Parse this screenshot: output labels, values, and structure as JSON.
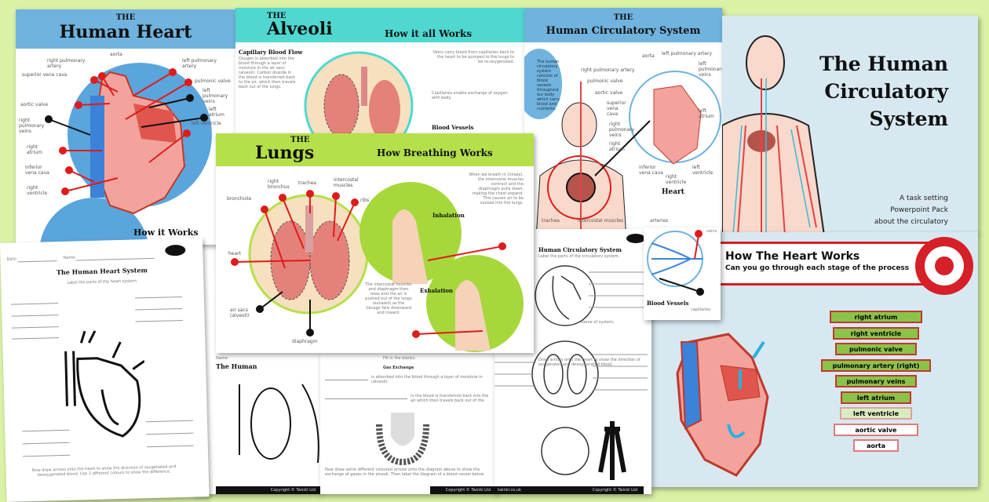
{
  "heart_poster": {
    "the": "THE",
    "title": "Human Heart",
    "labels": [
      "right pulmonary artery",
      "aorta",
      "left pulmonary artery",
      "superior vena cava",
      "pulmonic valve",
      "aortic valve",
      "left pulmonary veins",
      "right pulmonary veins",
      "left atrium",
      "right atrium",
      "left ventricle",
      "inferior vena cava",
      "right ventricle"
    ],
    "subheading": "How it Works"
  },
  "alveoli_poster": {
    "the": "THE",
    "title": "Alveoli",
    "subtitle": "How it all Works",
    "section": "Capillary Blood Flow",
    "text_left": "Oxygen is absorbed into the blood through a layer of moisture in the air sacs (alveoli). Carbon dioxide in the blood is transferred back to the air, which then travels back out of the lungs.",
    "text_right_1": "Veins carry blood from capillaries back to the heart to be pumped to the lungs to be re-oxygenated.",
    "text_right_2": "Capillaries enable exchange of oxygen with body.",
    "label": "Blood Vessels"
  },
  "circulatory_poster": {
    "the": "THE",
    "title": "Human Circulatory System",
    "intro": "The human circulatory system consists of blood vessels throughout our body which carry blood and nutrients.",
    "labels": [
      "aorta",
      "left pulmonary artery",
      "right pulmonary artery",
      "left pulmonary veins",
      "pulmonic valve",
      "aortic valve",
      "superior vena cava",
      "left atrium",
      "right pulmonary veins",
      "right atrium",
      "inferior vena cava",
      "right ventricle",
      "left ventricle",
      "trachea",
      "intercostal muscles",
      "arteries"
    ],
    "heart_label": "Heart"
  },
  "title_slide": {
    "title_lines": [
      "The Human",
      "Circulatory",
      "System"
    ],
    "subtitle_lines": [
      "A task setting",
      "Powerpoint Pack",
      "about the circulatory"
    ]
  },
  "lungs_poster": {
    "the": "THE",
    "title": "Lungs",
    "subtitle": "How Breathing Works",
    "labels": [
      "right bronchus",
      "trachea",
      "intercostal muscles",
      "bronchiole",
      "ribs",
      "heart",
      "air sacs (alveoli)",
      "diaphragm"
    ],
    "inhalation": "Inhalation",
    "exhalation": "Exhalation",
    "inhale_text": "When we breath in (inhale), the intercostal muscles contract and the diaphragm pulls down, making the chest expand. This causes air to be sucked into the lungs.",
    "exhale_text": "The intercostal muscles and diaphragm then relax and the air is pushed out of the lungs (exhaled) as the ribcage falls downward and inward."
  },
  "heart_worksheet": {
    "date": "Date:",
    "name": "Name:",
    "title": "The Human Heart System",
    "instruction": "Label the parts of the heart system.",
    "footer_text": "Now draw arrows onto the heart to show the direction of oxygenated and deoxygenated blood. Use 2 different colours to show the difference."
  },
  "lungs_worksheet": {
    "name": "Name:",
    "title": "The Human",
    "copyright": "Copyright © Twinkl Ltd"
  },
  "gas_worksheet": {
    "fill": "Fill in the blanks.",
    "title": "Gas Exchange",
    "line1": "is absorbed into the blood through a layer of moisture in (alveoli).",
    "line2": "in the blood is transferred back into the air which then travels back out of the",
    "footer_text": "Now draw some different coloured arrows onto the diagram above to show the exchange of gases in the alveoli. Then label the diagram of a blood vessel below.",
    "copyright": "Copyright © Twinkl Ltd"
  },
  "circ_worksheet": {
    "title": "Human Circulatory System",
    "instruction": "Label the parts of the circulatory system.",
    "name_of_system": "Name of system:",
    "arrow_text": "Draw arrows onto the heart to show the direction of oxygenated and deoxygenated blood.",
    "copyright": "Copyright © Twinkl Ltd",
    "site": "twinkl.co.uk"
  },
  "heart_works_slide": {
    "title": "How The Heart Works",
    "subtitle": "Can you go through each stage of the process",
    "steps": [
      {
        "label": "right atrium",
        "state": "done"
      },
      {
        "label": "right ventricle",
        "state": "done"
      },
      {
        "label": "pulmonic valve",
        "state": "done"
      },
      {
        "label": "pulmonary artery (right)",
        "state": "done"
      },
      {
        "label": "pulmonary veins",
        "state": "done"
      },
      {
        "label": "left atrium",
        "state": "done"
      },
      {
        "label": "left ventricle",
        "state": "partial"
      },
      {
        "label": "aortic valve",
        "state": "todo"
      },
      {
        "label": "aorta",
        "state": "todo"
      }
    ]
  },
  "vessel_card": {
    "label": "Blood Vessels",
    "sublabel": "capillaries",
    "top_label": "veins"
  },
  "colors": {
    "background": "#d9f2a6",
    "heart_blue": "#6fb3de",
    "alveoli_teal": "#4fd8d0",
    "lungs_green": "#b5e04a",
    "red": "#e01b1b",
    "slide_blue": "#d7e8f1"
  }
}
